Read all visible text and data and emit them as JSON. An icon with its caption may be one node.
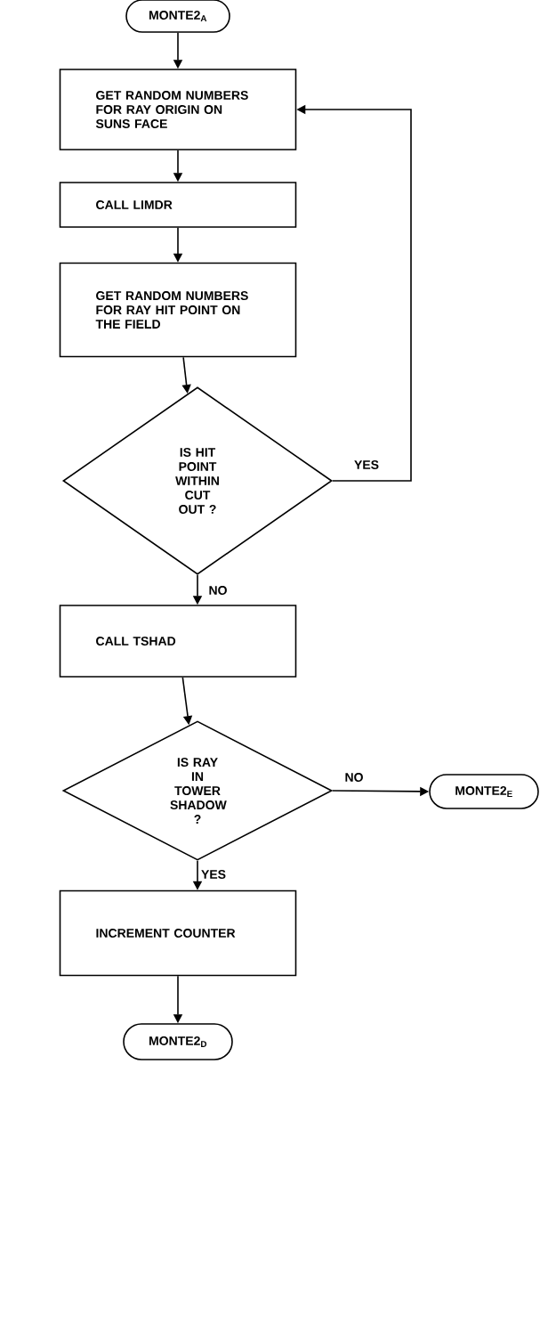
{
  "diagram": {
    "nodes": [
      {
        "text": [
          "MONTE2$_{A}$"
        ]
      },
      {
        "text": [
          "GET RANDOM NUMBERS FOR RAY ORIGIN ON SUNS FACE"
        ]
      },
      {
        "text": [
          "CALL LIMDR"
        ]
      },
      {
        "text": [
          "GET RANDOM NUMBERS FOR RAY HIT POINT ON THE FIELD"
        ]
      },
      {
        "text": [
          "IS HIT POINT WITHIN CUT OUT ?"
        ]
      },
      {
        "text": [
          "CALL TSHAD"
        ]
      },
      {
        "text": [
          "IS RAY IN TOWER SHADOW ?"
        ]
      },
      {
        "text": [
          "MONTE2$_{E}$"
        ]
      },
      {
        "text": [
          "INCREMENT COUNTER"
        ]
      },
      {
        "text": [
          "MONTE2$_{D}$"
        ]
      }
    ],
    "edges": [
      {
        "from": 0,
        "to": 1,
        "arrow": "to"
      },
      {
        "from": 1,
        "to": 2,
        "arrow": "to"
      },
      {
        "from": 2,
        "to": 3,
        "arrow": "to"
      },
      {
        "from": 3,
        "to": 4,
        "arrow": "to"
      },
      {
        "from": 4,
        "to": 1,
        "arrow": "to",
        "label": "YES"
      },
      {
        "from": 4,
        "to": 5,
        "arrow": "to",
        "label": "NO"
      },
      {
        "from": 5,
        "to": 6,
        "arrow": "to"
      },
      {
        "from": 6,
        "to": 7,
        "arrow": "to",
        "label": "NO"
      },
      {
        "from": 6,
        "to": 8,
        "arrow": "to",
        "label": "YES"
      },
      {
        "from": 8,
        "to": 9,
        "arrow": "to"
      }
    ]
  }
}
